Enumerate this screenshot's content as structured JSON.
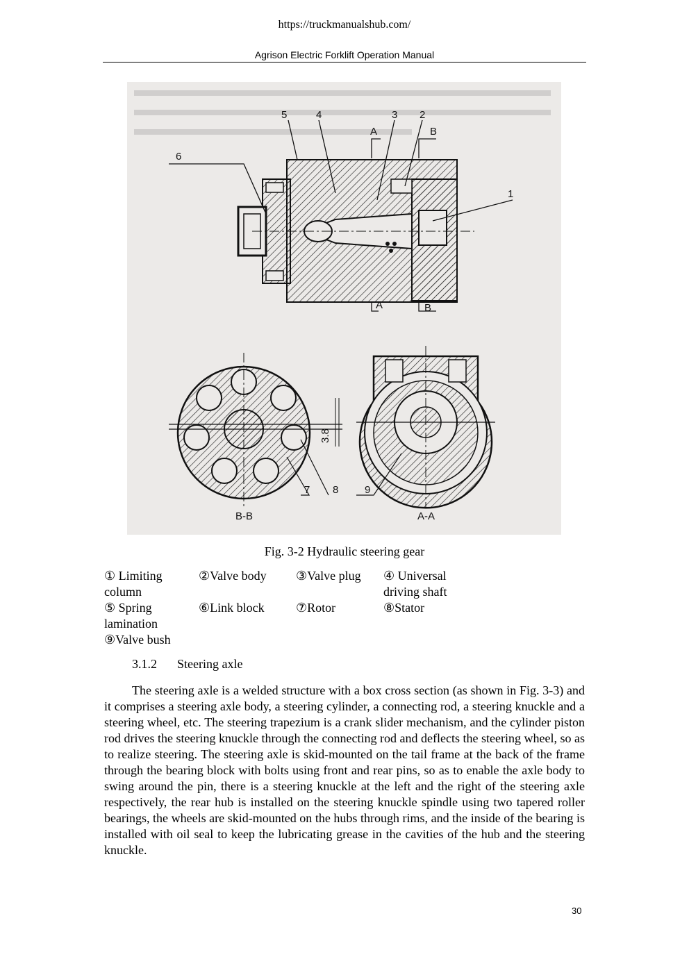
{
  "header": {
    "url": "https://truckmanualshub.com/",
    "title": "Agrison Electric Forklift Operation Manual"
  },
  "figure": {
    "labels": {
      "n1": "1",
      "n2": "2",
      "n3": "3",
      "n4": "4",
      "n5": "5",
      "n6": "6",
      "n7": "7",
      "n8": "8",
      "n9": "9",
      "a_top": "A",
      "b_top": "B",
      "a_bottom": "A",
      "b_bottom": "B",
      "dim": "3.8",
      "view_bb": "B-B",
      "view_aa": "A-A"
    },
    "caption": "Fig. 3-2 Hydraulic steering gear"
  },
  "legend": {
    "rows": [
      [
        "① Limiting column",
        "②Valve body",
        "③Valve plug",
        "④ Universal driving shaft"
      ],
      [
        "⑤ Spring lamination",
        "⑥Link block",
        "⑦Rotor",
        "⑧Stator"
      ],
      [
        "⑨Valve bush",
        "",
        "",
        ""
      ]
    ]
  },
  "section": {
    "number": "3.1.2",
    "title": "Steering axle"
  },
  "body": {
    "paragraph": "The steering axle is a welded structure with a box cross section (as shown in Fig. 3-3) and it comprises a steering axle body, a steering cylinder, a connecting rod, a steering knuckle and a steering wheel, etc. The steering trapezium is a crank slider mechanism, and the cylinder piston rod drives the steering knuckle through the connecting rod and deflects the steering wheel, so as to realize steering. The steering axle is skid-mounted on the tail frame at the back of the frame through the bearing block with bolts using front and rear pins, so as to enable the axle body to swing around the pin, there is a steering knuckle at the left and the right of the steering axle respectively, the rear hub is installed on the steering knuckle spindle using two tapered roller bearings, the wheels are skid-mounted on the hubs through rims, and the inside of the bearing is installed with oil seal to keep the lubricating grease in the cavities of the hub and the steering knuckle."
  },
  "footer": {
    "page_number": "30"
  }
}
